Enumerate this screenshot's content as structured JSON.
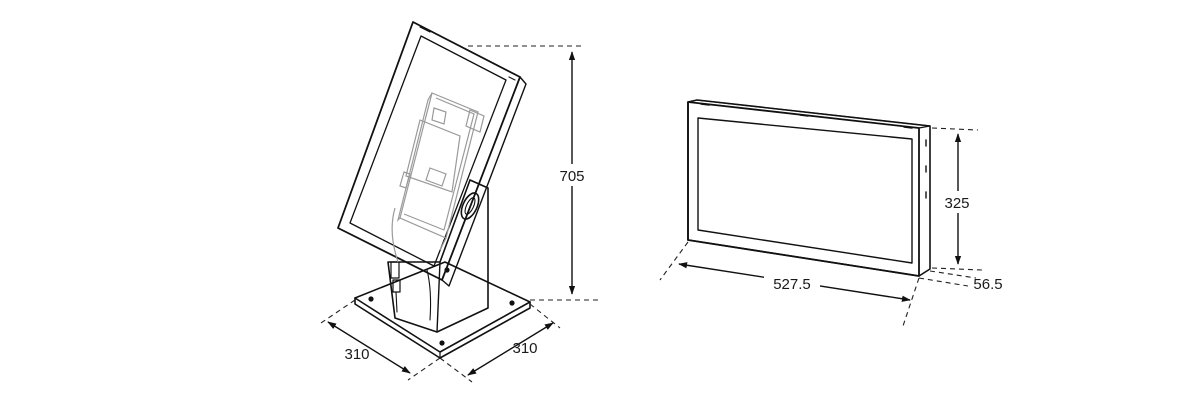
{
  "dimensions": {
    "kiosk_height": "705",
    "kiosk_base_width": "310",
    "kiosk_base_depth": "310",
    "monitor_height": "325",
    "monitor_width": "527.5",
    "monitor_depth": "56.5"
  }
}
